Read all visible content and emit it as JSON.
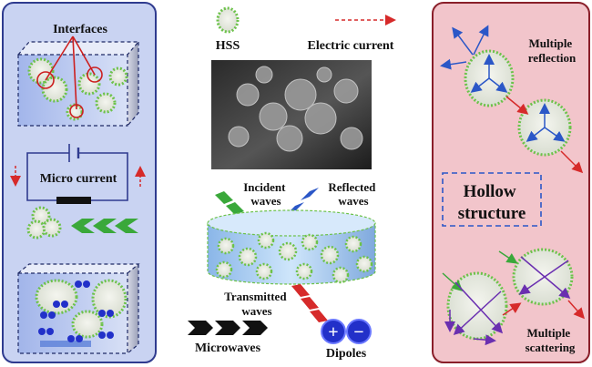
{
  "left_panel": {
    "interfaces_label": "Interfaces",
    "micro_current_label": "Micro current"
  },
  "center": {
    "legend": {
      "hss_label": "HSS",
      "electric_current_label": "Electric current"
    },
    "incident_label": [
      "Incident",
      "waves"
    ],
    "reflected_label": [
      "Reflected",
      "waves"
    ],
    "transmitted_label": [
      "Transmitted",
      "waves"
    ],
    "microwaves_label": "Microwaves",
    "dipoles_label": "Dipoles",
    "plus_sign": "+",
    "minus_sign": "−"
  },
  "right_panel": {
    "multiple_reflection_label": [
      "Multiple",
      "reflection"
    ],
    "hollow_structure_label": [
      "Hollow",
      "structure"
    ],
    "multiple_scattering_label": [
      "Multiple",
      "scattering"
    ]
  },
  "colors": {
    "left_panel_bg": "#c9d3f2",
    "left_panel_border": "#2f3b8f",
    "right_panel_bg": "#f2c5cb",
    "right_panel_border": "#8a1f2a",
    "sphere_fill": "#e6ebdf",
    "sphere_ring": "#6cc24a",
    "arrow_red": "#d62a2a",
    "arrow_green": "#3aa83a",
    "arrow_blue": "#2b57c7",
    "arrow_purple": "#6a2fb0",
    "dipole_blue": "#2230c9"
  }
}
